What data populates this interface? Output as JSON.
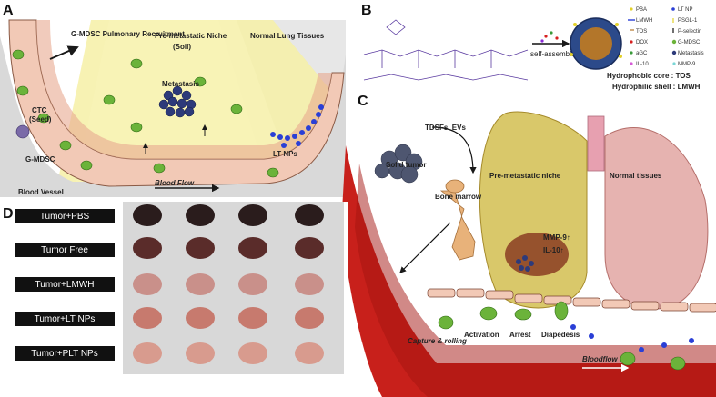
{
  "panels": {
    "A": {
      "letter": "A",
      "gmdsc_recruitment": "G-MDSC Pulmonary Recruitment",
      "premetastatic_niche": "Pre-metastatic Niche",
      "soil": "(Soil)",
      "normal_lung": "Normal Lung Tissues",
      "metastasis": "Metastasis",
      "ctc": "CTC",
      "seed": "(Seed)",
      "gmdsc": "G-MDSC",
      "blood_vessel": "Blood Vessel",
      "blood_flow": "Blood Flow",
      "lt_nps": "LT NPs"
    },
    "B": {
      "letter": "B",
      "self_assembled": "self-assembled",
      "hydrophobic_core": "Hydrophobic core : TOS",
      "hydrophilic_shell": "Hydrophilic shell : LMWH",
      "legend": [
        "PBA",
        "LT NP",
        "LMWH",
        "PSGL-1",
        "TOS",
        "P-selectin",
        "DOX",
        "G-MDSC",
        "aGC",
        "Metastasis",
        "IL-10",
        "MMP-9"
      ]
    },
    "C": {
      "letter": "C",
      "tdsfs_evs": "TDSFs, EVs",
      "solid_tumor": "Solid tumor",
      "bone_marrow": "Bone marrow",
      "premetastatic_niche": "Pre-metastatic niche",
      "normal_tissues": "Normal tissues",
      "mmp9": "MMP-9↑",
      "il10": "IL-10↑",
      "capture_rolling": "Capture & rolling",
      "activation": "Activation",
      "arrest": "Arrest",
      "diapedesis": "Diapedesis",
      "bloodflow": "Bloodflow"
    },
    "D": {
      "letter": "D",
      "groups": [
        "Tumor+PBS",
        "Tumor Free",
        "Tumor+LMWH",
        "Tumor+LT NPs",
        "Tumor+PLT NPs"
      ]
    }
  },
  "colors": {
    "seed_red": "#d62020",
    "niche_yellow": "#f5ec8a",
    "cell_green": "#5fae2e",
    "lt_np_blue": "#2a3fd6",
    "vessel_red": "#c8201b",
    "dark_label": "#1b1b1b"
  }
}
